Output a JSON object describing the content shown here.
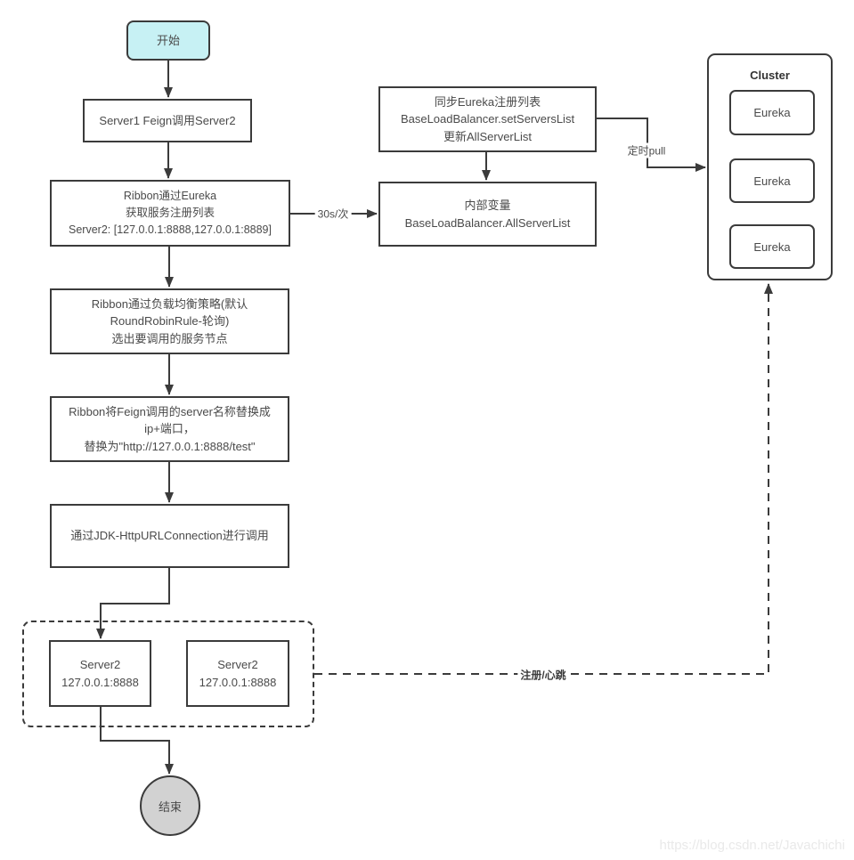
{
  "diagram": {
    "nodes": {
      "start": {
        "label": "开始"
      },
      "server1_call": {
        "label": "Server1 Feign调用Server2"
      },
      "ribbon_fetch": {
        "lines": [
          "Ribbon通过Eureka",
          "获取服务注册列表",
          "Server2: [127.0.0.1:8888,127.0.0.1:8889]"
        ]
      },
      "lb_strategy": {
        "lines": [
          "Ribbon通过负载均衡策略(默认",
          "RoundRobinRule-轮询)",
          "选出要调用的服务节点"
        ]
      },
      "replace_server": {
        "lines": [
          "Ribbon将Feign调用的server名称替换成",
          "ip+端口，",
          "替换为\"http://127.0.0.1:8888/test\""
        ]
      },
      "jdk_call": {
        "label": "通过JDK-HttpURLConnection进行调用"
      },
      "server2_a": {
        "lines": [
          "Server2",
          "127.0.0.1:8888"
        ]
      },
      "server2_b": {
        "lines": [
          "Server2",
          "127.0.0.1:8888"
        ]
      },
      "end": {
        "label": "结束"
      },
      "sync_registry": {
        "lines": [
          "同步Eureka注册列表",
          "BaseLoadBalancer.setServersList",
          "更新AllServerList"
        ]
      },
      "internal_var": {
        "lines": [
          "内部变量",
          "BaseLoadBalancer.AllServerList"
        ]
      },
      "cluster": {
        "title": "Cluster",
        "eureka_nodes": [
          "Eureka",
          "Eureka",
          "Eureka"
        ]
      }
    },
    "edge_labels": {
      "pull_interval": "30s/次",
      "timed_pull": "定时pull",
      "register_heartbeat": "注册/心跳"
    },
    "colors": {
      "stroke": "#3b3b3b",
      "text": "#4a4a4a",
      "start_fill": "#c7f1f4",
      "end_fill": "#d2d2d2",
      "watermark": "#e9e9e9"
    },
    "watermark": "https://blog.csdn.net/Javachichi"
  }
}
